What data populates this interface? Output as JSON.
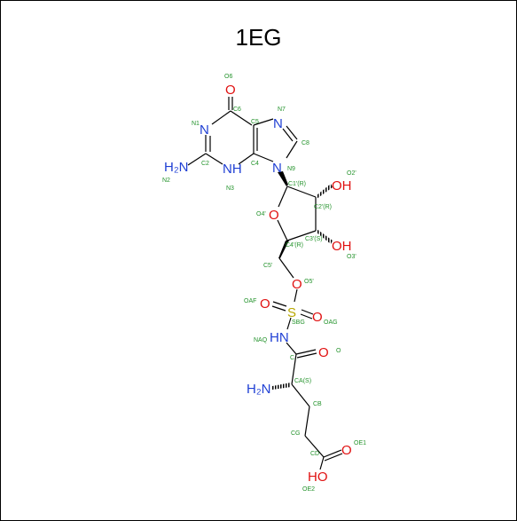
{
  "title": "1EG",
  "colors": {
    "carbon_label": "#22922a",
    "nitrogen": "#1f3fd4",
    "oxygen": "#e01010",
    "sulfur": "#b8a800",
    "bond": "#000000"
  },
  "atoms": {
    "o6": "O",
    "n1": "N",
    "h2n": "H₂N",
    "nh": "NH",
    "n7": "N",
    "n9": "N",
    "o4p": "O",
    "oh2": "OH",
    "oh3": "OH",
    "o5p": "O",
    "s": "S",
    "o_af": "O",
    "o_ag": "O",
    "hn": "HN",
    "o_c": "O",
    "h2n_a": "H₂N",
    "o_e1": "O",
    "ho_e2": "HO"
  },
  "labels": {
    "O6": "O6",
    "C6": "C6",
    "N1": "N1",
    "C5": "C5",
    "N7": "N7",
    "C8": "C8",
    "C2": "C2",
    "N2": "N2",
    "N3": "N3",
    "C4": "C4",
    "N9": "N9",
    "C1R": "C1'(R)",
    "O2p": "O2'",
    "C2R": "C2'(R)",
    "O4p": "O4'",
    "C4R": "C4'(R)",
    "C3S": "C3'(S)",
    "O3p": "O3'",
    "C5p": "C5'",
    "O5p": "O5'",
    "OAF": "OAF",
    "SBG": "SBG",
    "OAG": "OAG",
    "NAQ": "NAQ",
    "C": "C",
    "O": "O",
    "CAS": "CA(S)",
    "CB": "CB",
    "CG": "CG",
    "CD": "CD",
    "OE1": "OE1",
    "OE2": "OE2"
  }
}
